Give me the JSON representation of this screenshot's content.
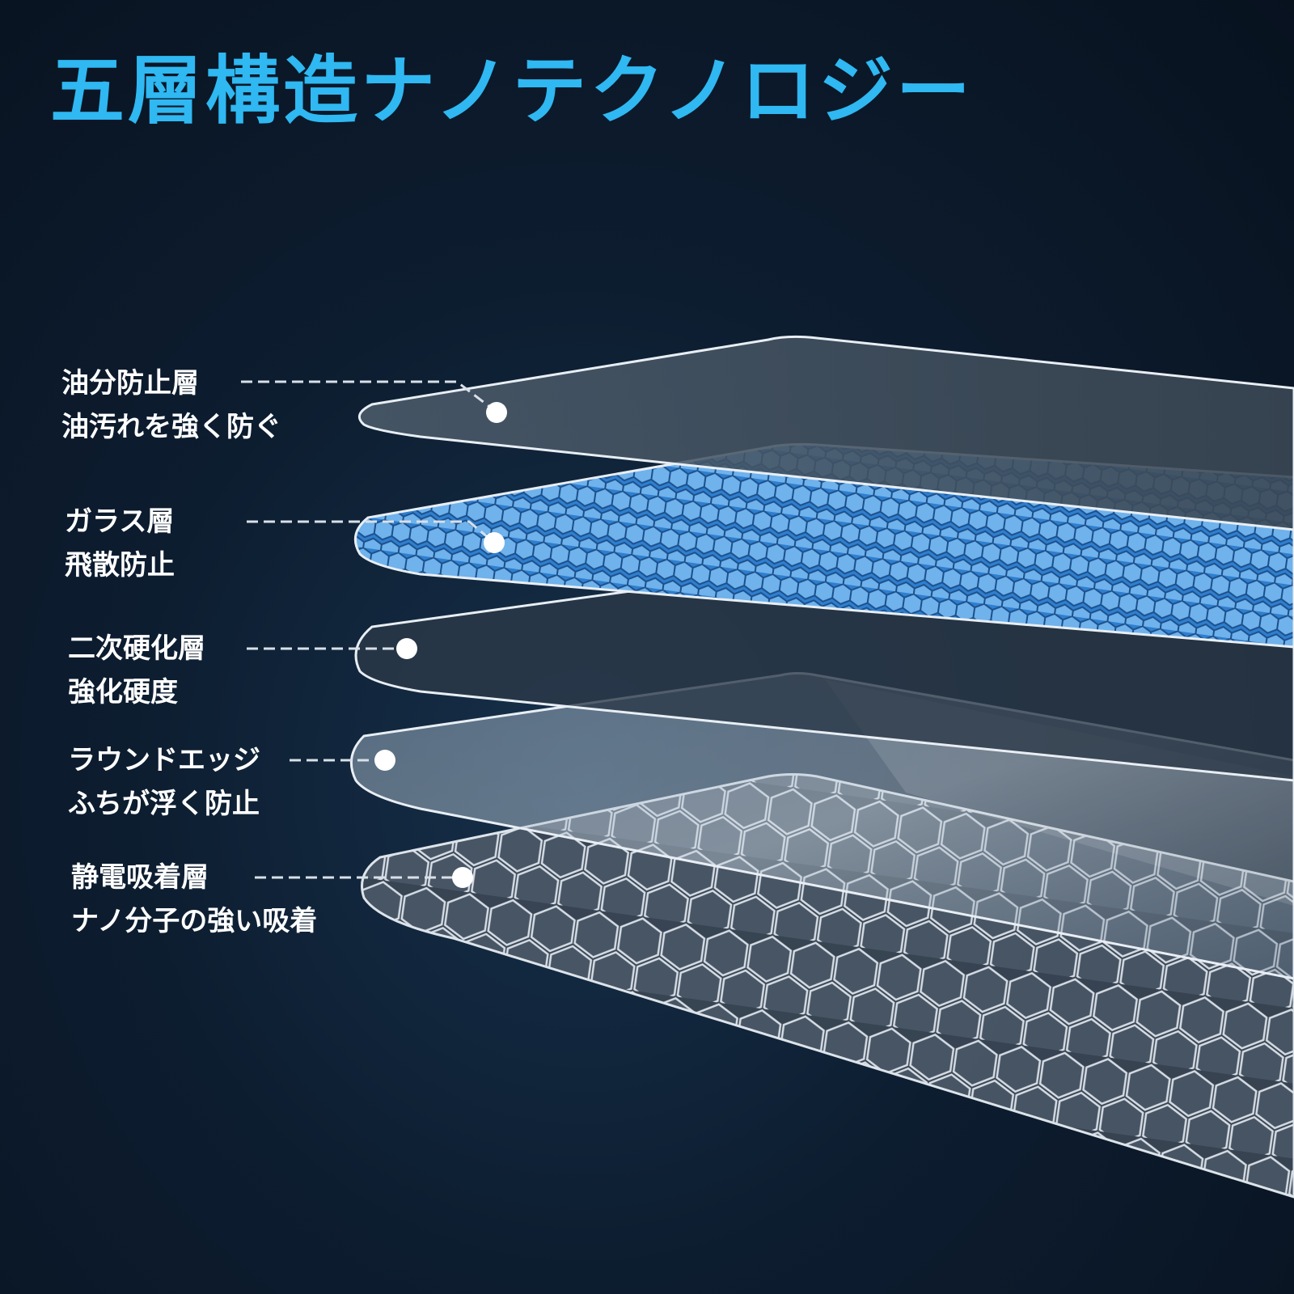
{
  "title": "五層構造ナノテクノロジー",
  "colors": {
    "title": "#2fb8f2",
    "background": "#0b1a2b",
    "glass_blue": "#3f8fd8",
    "label_text": "#ffffff"
  },
  "layers": [
    {
      "name": "油分防止層",
      "desc": "油汚れを強く防ぐ"
    },
    {
      "name": "ガラス層",
      "desc": "飛散防止"
    },
    {
      "name": "二次硬化層",
      "desc": "強化硬度"
    },
    {
      "name": "ラウンドエッジ",
      "desc": "ふちが浮く防止"
    },
    {
      "name": "静電吸着層",
      "desc": "ナノ分子の強い吸着"
    }
  ]
}
